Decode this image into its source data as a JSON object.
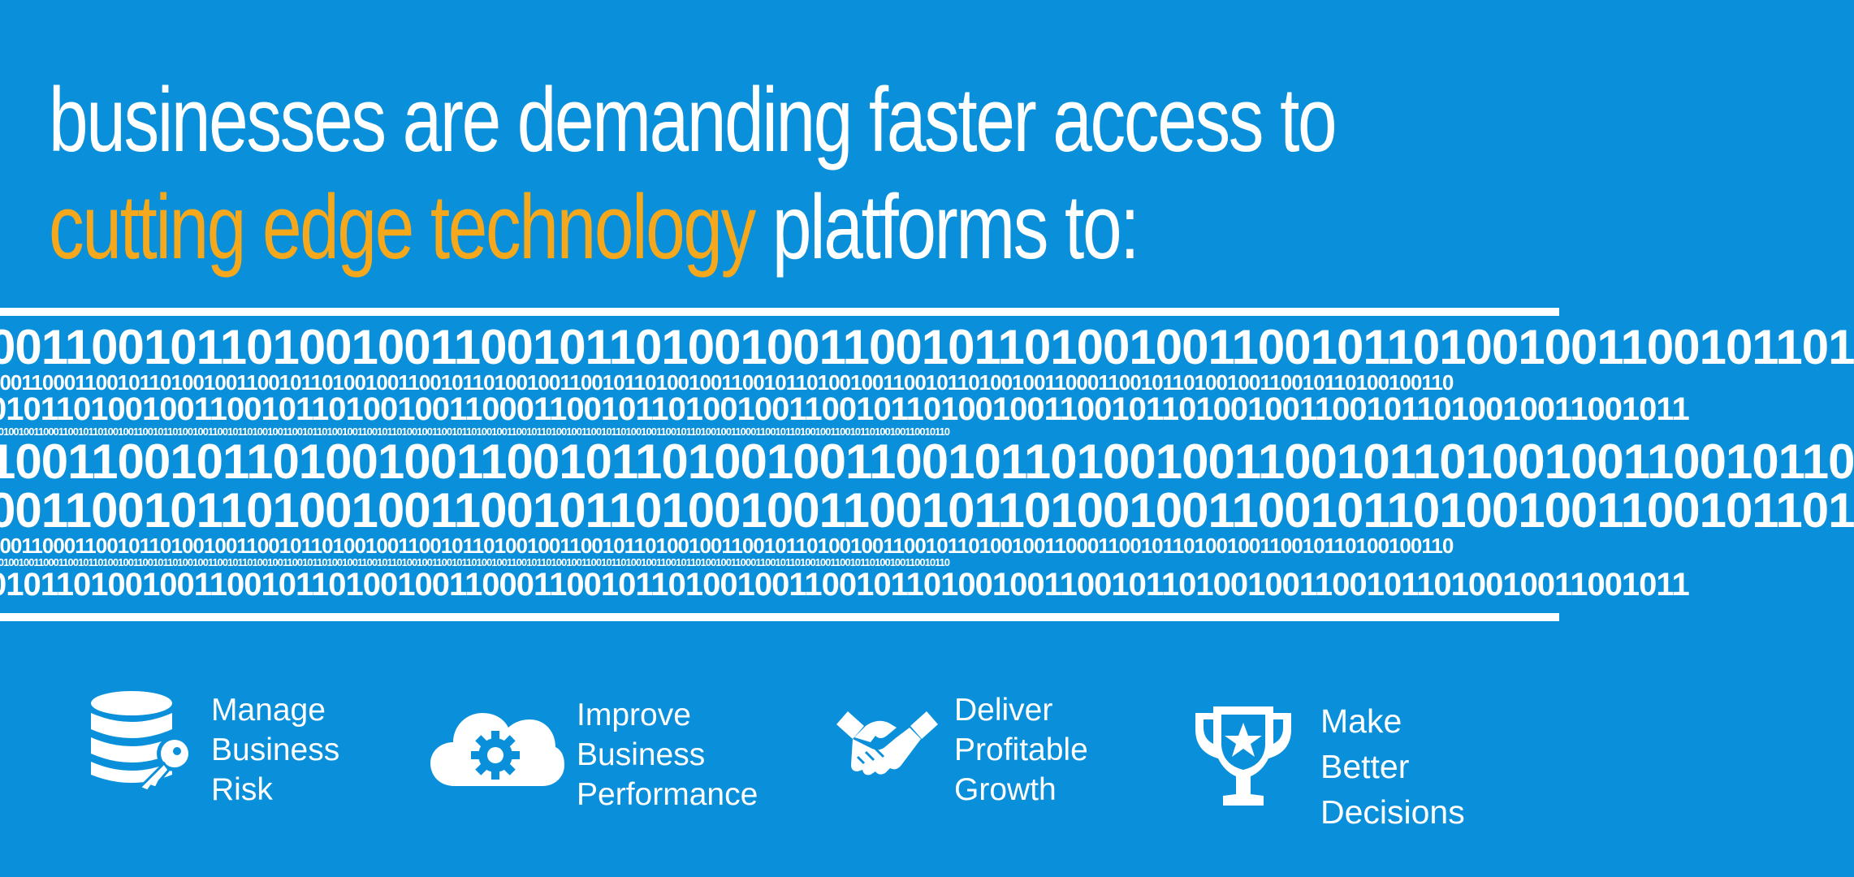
{
  "headline": {
    "line1": "businesses are demanding faster access to",
    "line2_accent": "cutting edge technology",
    "line2_rest": " platforms to:"
  },
  "binary_rows": [
    "001100101101001001100101101001001100101101001001100101101001001100101101",
    "1001100011001011010010011001011010010011001011010010011001011010010011001011010010011001011010010011000110010110100100110010110100100110",
    "0101101001001100101101001001100011001011010010011001011010010011001011010010011001011010010011001011",
    "1101001001100011001011010010011001011010010011001011010010011001011010010011001011010010011001011010010011001011010010011001011010010011001011010010011000110010110100100110010110100100110010110",
    "100110010110100100110010110100100110010110100100110010110100100110010110",
    "001100101101001001100101101001001100101101001001100101101001001100101101",
    "1001100011001011010010011001011010010011001011010010011001011010010011001011010010011001011010010011000110010110100100110010110100100110",
    "1101001001100011001011010010011001011010010011001011010010011001011010010011001011010010011001011010010011001011010010011001011010010011001011010010011000110010110100100110010110100100110010110",
    "0101101001001100101101001001100011001011010010011001011010010011001011010010011001011010010011001011"
  ],
  "features": [
    {
      "icon": "database-key-icon",
      "lines": [
        "Manage",
        "Business",
        "Risk"
      ]
    },
    {
      "icon": "cloud-gear-icon",
      "lines": [
        "Improve",
        "Business",
        "Performance"
      ]
    },
    {
      "icon": "handshake-icon",
      "lines": [
        "Deliver",
        "Profitable",
        "Growth"
      ]
    },
    {
      "icon": "trophy-star-icon",
      "lines": [
        "Make",
        "Better",
        "Decisions"
      ]
    }
  ],
  "colors": {
    "background": "#0a90da",
    "accent": "#f5a81c",
    "foreground": "#ffffff"
  }
}
